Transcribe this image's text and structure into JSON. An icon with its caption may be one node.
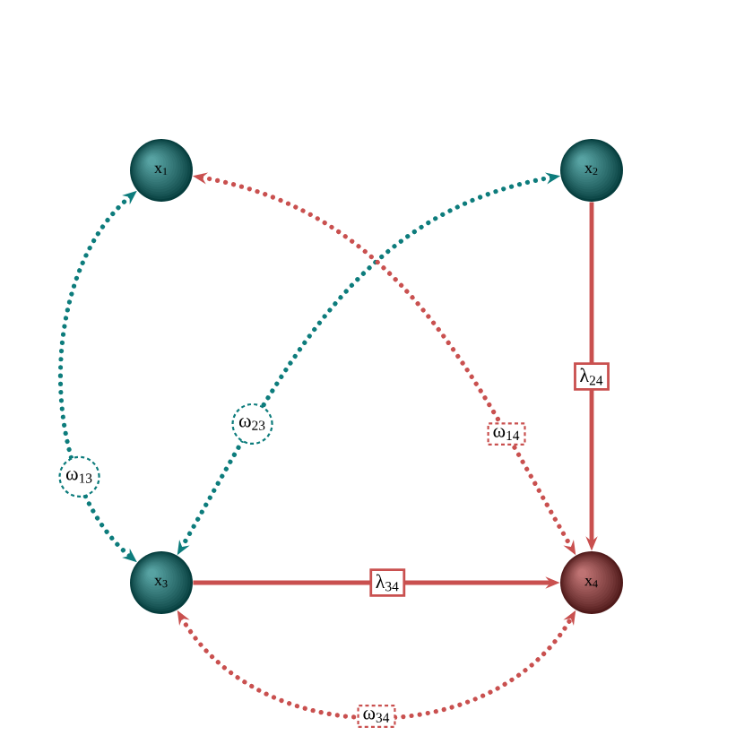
{
  "diagram": {
    "nodes": [
      {
        "text": [
          "x$_{1}$"
        ]
      },
      {
        "text": [
          "x$_{2}$"
        ]
      },
      {
        "text": [
          "x$_{3}$"
        ]
      },
      {
        "text": [
          "x$_{4}$"
        ]
      }
    ],
    "edges": [
      {
        "from": 0,
        "to": 2,
        "arrow": "both",
        "label": "ω$_{13}$",
        "style": "dashed",
        "color": "#0d7c7c"
      },
      {
        "from": 1,
        "to": 2,
        "arrow": "both",
        "label": "ω$_{23}$",
        "style": "dashed",
        "color": "#0d7c7c"
      },
      {
        "from": 0,
        "to": 3,
        "arrow": "both",
        "label": "ω$_{14}$",
        "style": "dashed"
      },
      {
        "from": 1,
        "to": 3,
        "arrow": "to",
        "label": "λ$_{24}$"
      },
      {
        "from": 2,
        "to": 3,
        "arrow": "to",
        "label": "λ$_{34}$"
      },
      {
        "from": 2,
        "to": 3,
        "arrow": "both",
        "label": "ω$_{34}$",
        "style": "dashed"
      }
    ]
  }
}
